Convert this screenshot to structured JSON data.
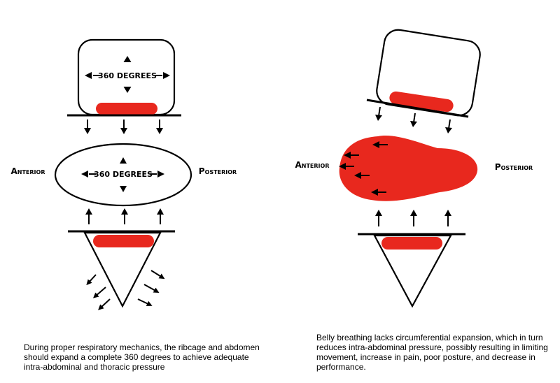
{
  "colors": {
    "accent": "#e8281e",
    "stroke": "#000000"
  },
  "left_panel": {
    "ribcage_label": "360 DEGREES",
    "abdomen_label": "360 DEGREES",
    "anterior_label": "Anterior",
    "posterior_label": "Posterior",
    "caption": "During proper respiratory mechanics, the ribcage and abdomen should expand a complete 360 degrees to achieve adequate intra-abdominal and thoracic pressure"
  },
  "right_panel": {
    "anterior_label": "Anterior",
    "posterior_label": "Posterior",
    "caption": "Belly breathing lacks circumferential expansion, which in turn reduces intra-abdominal pressure, possibly resulting in limiting movement, increase in pain, poor posture, and decrease in performance."
  }
}
